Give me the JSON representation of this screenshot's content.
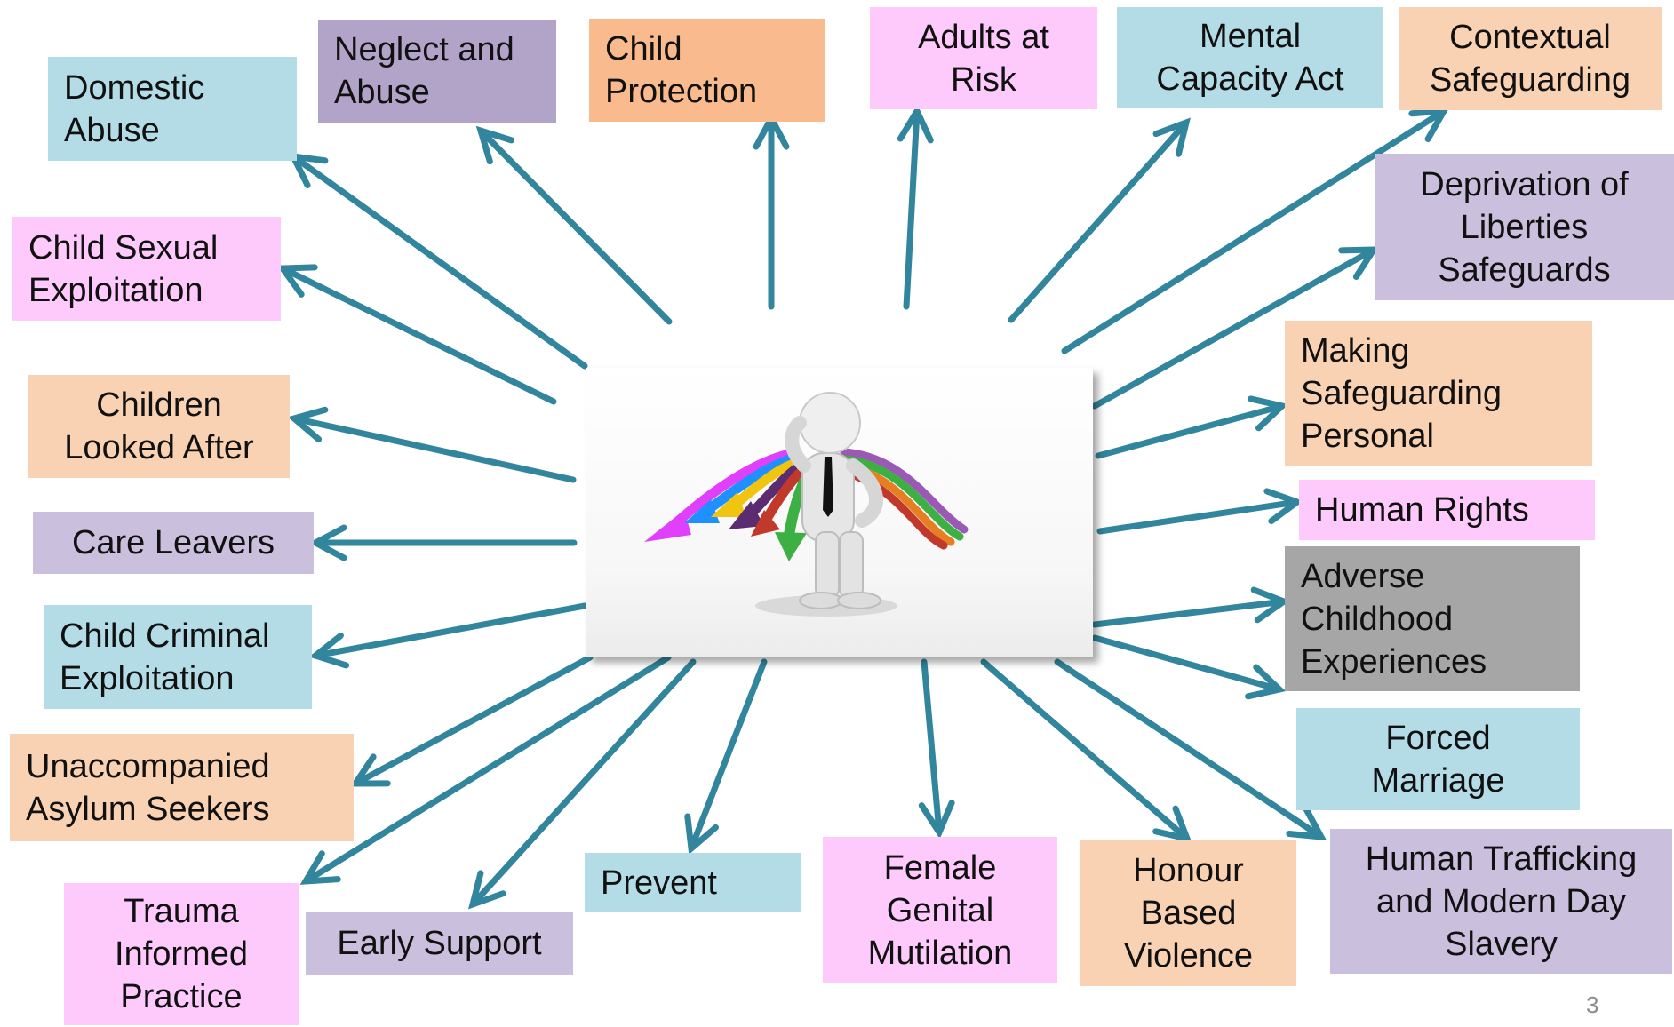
{
  "colors": {
    "arrow": "#31859c",
    "blue": "#b4dce6",
    "purple": "#b2a3c8",
    "orange": "#f9bb8e",
    "pink": "#fdcafb",
    "peach": "#f9d1b3",
    "lavender": "#cabfdd",
    "grey": "#a6a6a6"
  },
  "center_image": {
    "icon": "person-with-colourful-arrows-icon"
  },
  "topics": {
    "domestic_abuse": "Domestic Abuse",
    "neglect_abuse": "Neglect and Abuse",
    "child_protection": "Child Protection",
    "adults_at_risk": "Adults at Risk",
    "mental_capacity_act": "Mental Capacity Act",
    "contextual_safeguarding": "Contextual Safeguarding",
    "deprivation_of_liberties": "Deprivation of Liberties Safeguards",
    "making_safeguarding_personal": "Making Safeguarding Personal",
    "human_rights": "Human Rights",
    "adverse_childhood": "Adverse Childhood Experiences",
    "forced_marriage": "Forced Marriage",
    "human_trafficking": "Human Trafficking and Modern Day Slavery",
    "honour_based_violence": "Honour Based Violence",
    "female_genital_mutilation": "Female Genital Mutilation",
    "prevent": "Prevent",
    "early_support": "Early Support",
    "trauma_informed": "Trauma Informed Practice",
    "unaccompanied_asylum": "Unaccompanied Asylum Seekers",
    "child_criminal_exploitation": "Child Criminal Exploitation",
    "care_leavers": "Care Leavers",
    "children_looked_after": "Children Looked After",
    "child_sexual_exploitation": "Child Sexual Exploitation"
  },
  "lines": {
    "domestic_abuse": [
      "Domestic",
      "Abuse"
    ],
    "neglect_abuse": [
      "Neglect and",
      "Abuse"
    ],
    "child_protection": [
      "Child",
      "Protection"
    ],
    "adults_at_risk": [
      "Adults at",
      "Risk"
    ],
    "mental_capacity_act": [
      "Mental",
      "Capacity Act"
    ],
    "contextual_safeguarding": [
      "Contextual",
      "Safeguarding"
    ],
    "deprivation_of_liberties": [
      "Deprivation of",
      "Liberties",
      "Safeguards"
    ],
    "making_safeguarding_personal": [
      "Making",
      "Safeguarding",
      "Personal"
    ],
    "human_rights": [
      "Human Rights"
    ],
    "adverse_childhood": [
      "Adverse",
      "Childhood",
      "Experiences"
    ],
    "forced_marriage": [
      "Forced",
      "Marriage"
    ],
    "human_trafficking": [
      "Human Trafficking",
      "and Modern Day",
      "Slavery"
    ],
    "honour_based_violence": [
      "Honour",
      "Based",
      "Violence"
    ],
    "female_genital_mutilation": [
      "Female",
      "Genital",
      "Mutilation"
    ],
    "prevent": [
      "Prevent"
    ],
    "early_support": [
      "Early Support"
    ],
    "trauma_informed": [
      "Trauma",
      "Informed",
      "Practice"
    ],
    "unaccompanied_asylum": [
      "Unaccompanied",
      "Asylum Seekers"
    ],
    "child_criminal_exploitation": [
      "Child Criminal",
      "Exploitation"
    ],
    "care_leavers": [
      "Care Leavers"
    ],
    "children_looked_after": [
      "Children",
      "Looked After"
    ],
    "child_sexual_exploitation": [
      "Child Sexual",
      "Exploitation"
    ]
  },
  "page_number": "3"
}
